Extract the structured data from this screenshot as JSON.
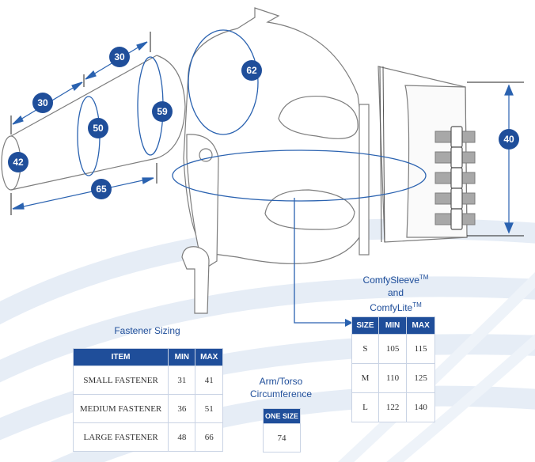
{
  "colors": {
    "brand_blue": "#1f4e9a",
    "line_blue": "#2a62b0",
    "outline": "#7d7d7d",
    "bg_swirl": "#e6edf6",
    "strap_gray": "#a8a8a8"
  },
  "diagram": {
    "sleeve_labels": {
      "top_left": "30",
      "top_right": "30",
      "small_end": "42",
      "middle": "50",
      "large_end": "59",
      "length": "65"
    },
    "torso_labels": {
      "shoulder": "62",
      "strap_height": "40"
    }
  },
  "fastener": {
    "title": "Fastener Sizing",
    "headers": [
      "ITEM",
      "MIN",
      "MAX"
    ],
    "rows": [
      [
        "SMALL FASTENER",
        "31",
        "41"
      ],
      [
        "MEDIUM FASTENER",
        "36",
        "51"
      ],
      [
        "LARGE FASTENER",
        "48",
        "66"
      ]
    ]
  },
  "circumference": {
    "title_line1": "Arm/Torso",
    "title_line2": "Circumference",
    "header": "ONE SIZE",
    "value": "74"
  },
  "comfy": {
    "line1": "ComfySleeve",
    "line2": "and",
    "line3": "ComfyLite",
    "tm": "TM",
    "headers": [
      "SIZE",
      "MIN",
      "MAX"
    ],
    "rows": [
      [
        "S",
        "105",
        "115"
      ],
      [
        "M",
        "110",
        "125"
      ],
      [
        "L",
        "122",
        "140"
      ]
    ]
  }
}
